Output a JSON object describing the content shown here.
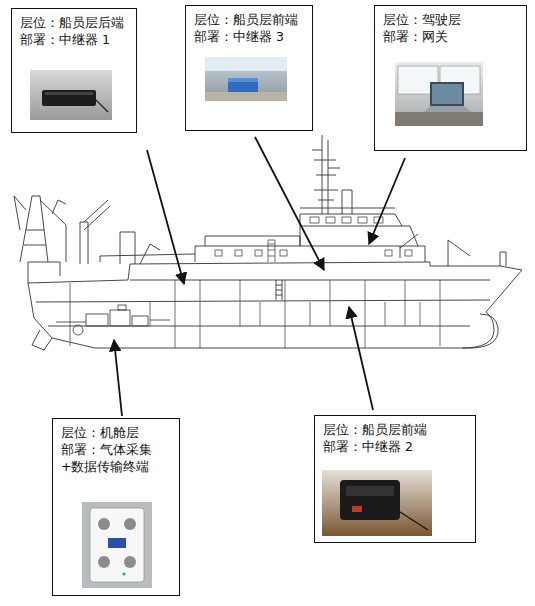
{
  "diagram": {
    "nodes": [
      {
        "text": [
          "层位：船员层后端",
          "部署：中继器 1"
        ]
      },
      {
        "text": [
          "层位：船员层前端",
          "部署：中继器 3"
        ]
      },
      {
        "text": [
          "层位：驾驶层",
          "部署：网关"
        ]
      },
      {
        "text": [
          "层位：机舱层",
          "部署：气体采集+数据传输终端"
        ]
      },
      {
        "text": [
          "层位：船员层前端",
          "部署：中继器 2"
        ]
      }
    ]
  }
}
